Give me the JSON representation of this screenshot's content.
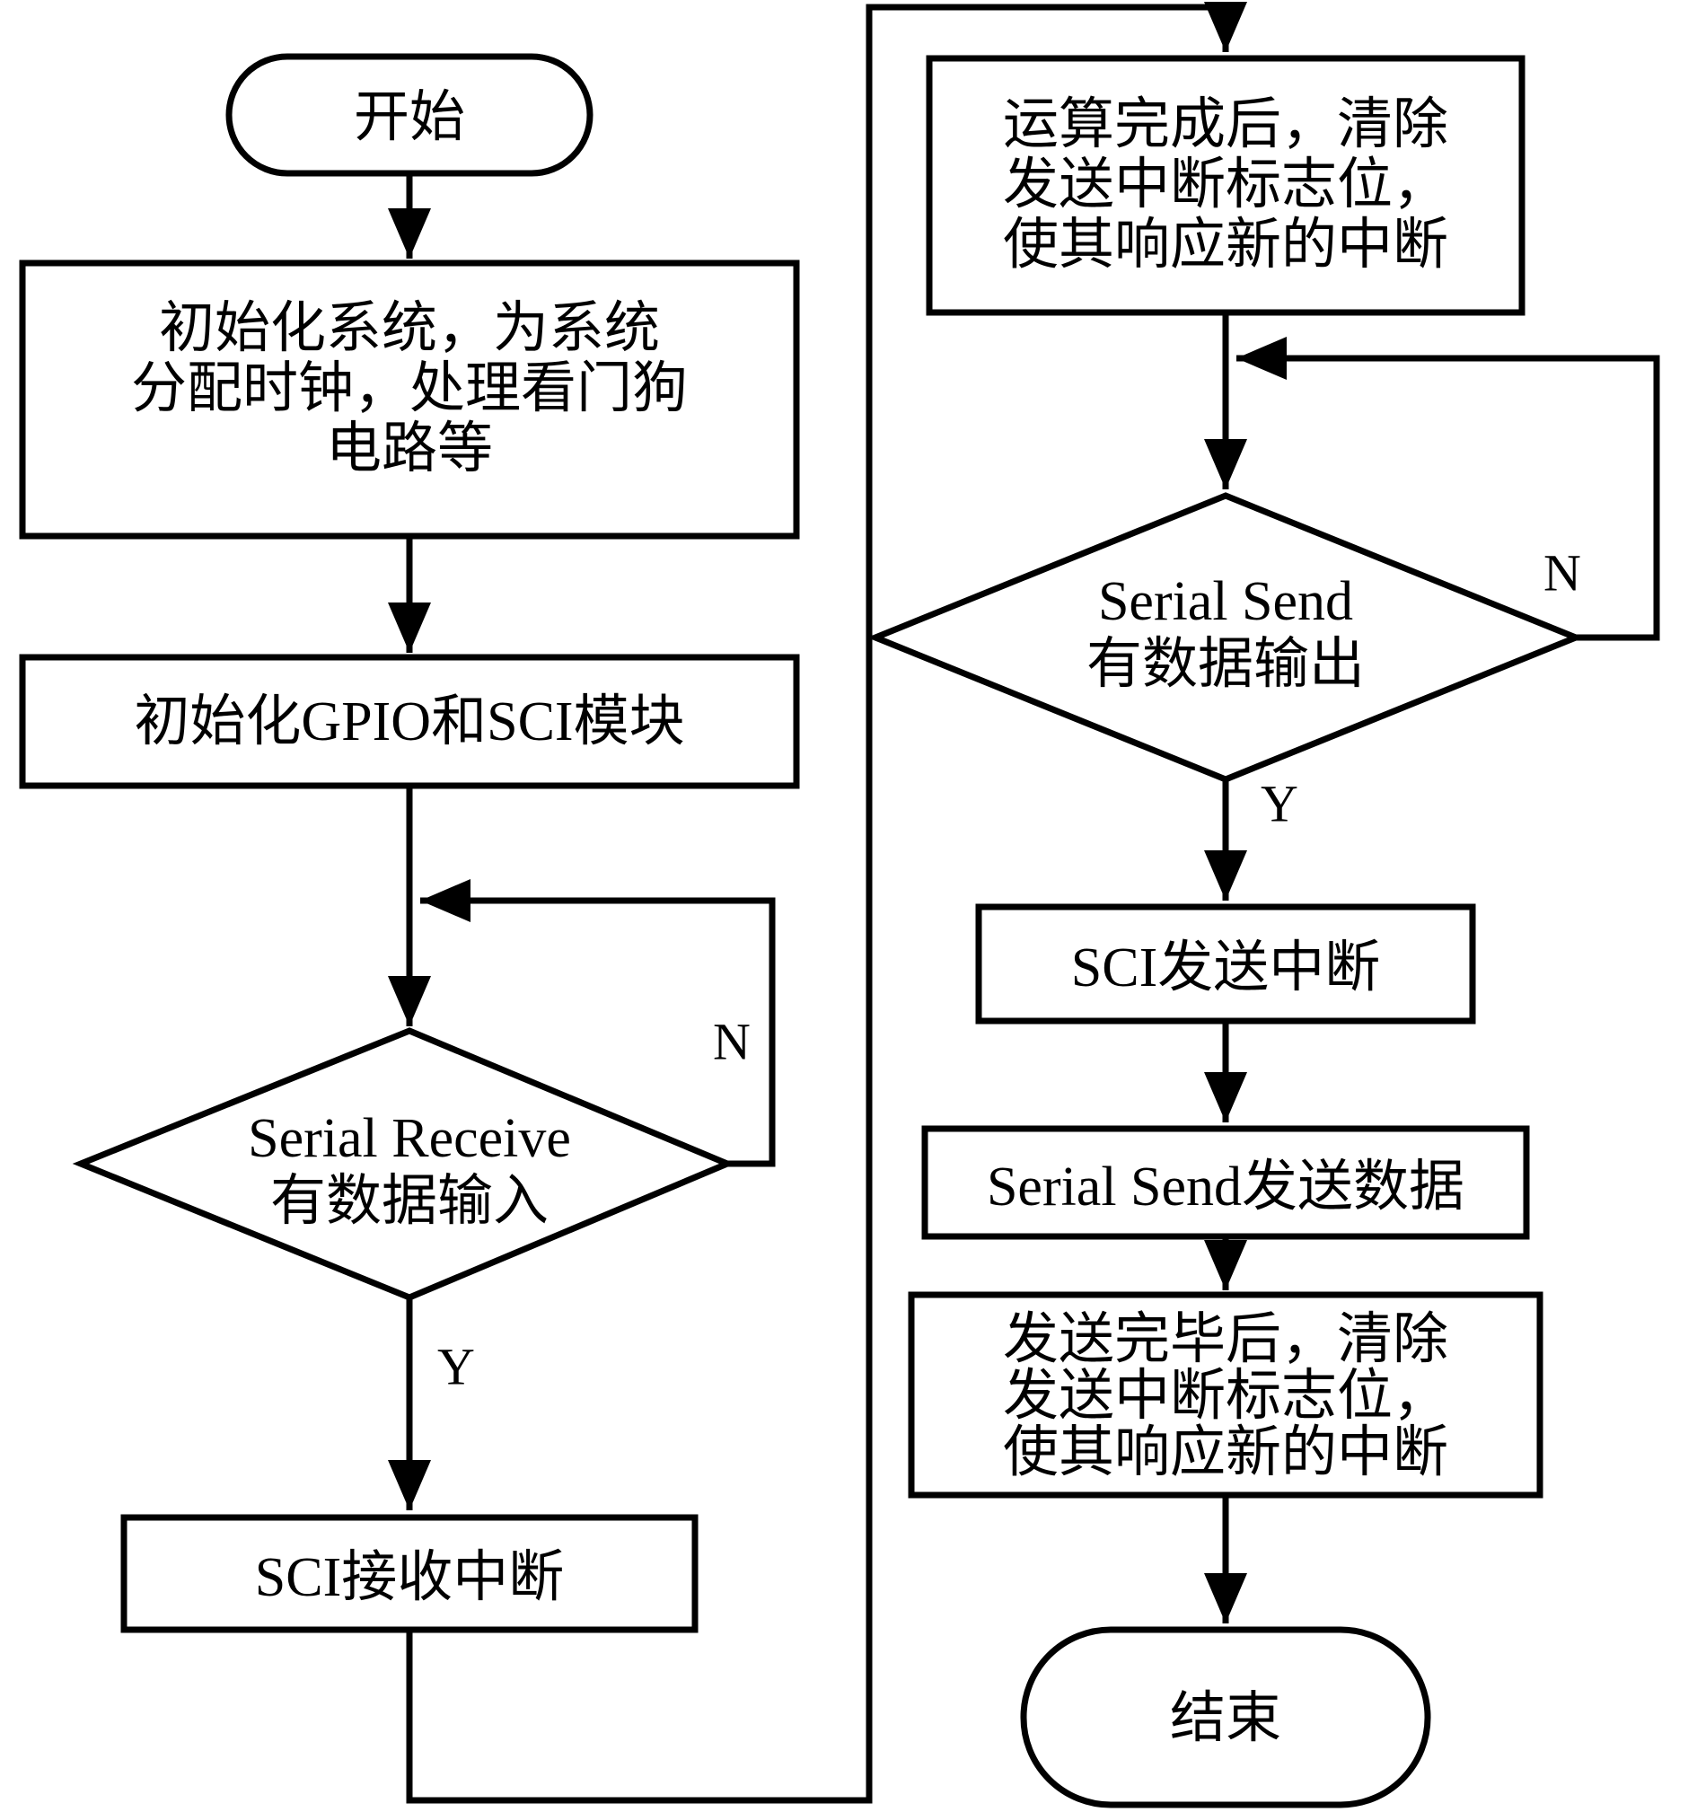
{
  "diagram": {
    "title": "SCI interrupt flowchart",
    "colors": {
      "stroke": "#000000",
      "background": "#ffffff"
    },
    "start": {
      "label": "开始"
    },
    "init_system": {
      "line1": "初始化系统，为系统",
      "line2": "分配时钟，处理看门狗",
      "line3": "电路等"
    },
    "init_gpio": {
      "label": "初始化GPIO和SCI模块"
    },
    "recv_decision": {
      "line1": "Serial Receive",
      "line2": "有数据输入",
      "no_label": "N",
      "yes_label": "Y"
    },
    "sci_recv_interrupt": {
      "label": "SCI接收中断"
    },
    "calc_done": {
      "line1": "运算完成后，清除",
      "line2": "发送中断标志位，",
      "line3": "使其响应新的中断"
    },
    "send_decision": {
      "line1": "Serial Send",
      "line2": "有数据输出",
      "no_label": "N",
      "yes_label": "Y"
    },
    "sci_send_interrupt": {
      "label": "SCI发送中断"
    },
    "serial_send_data": {
      "label": "Serial Send发送数据"
    },
    "send_done": {
      "line1": "发送完毕后，清除",
      "line2": "发送中断标志位，",
      "line3": "使其响应新的中断"
    },
    "end": {
      "label": "结束"
    }
  }
}
